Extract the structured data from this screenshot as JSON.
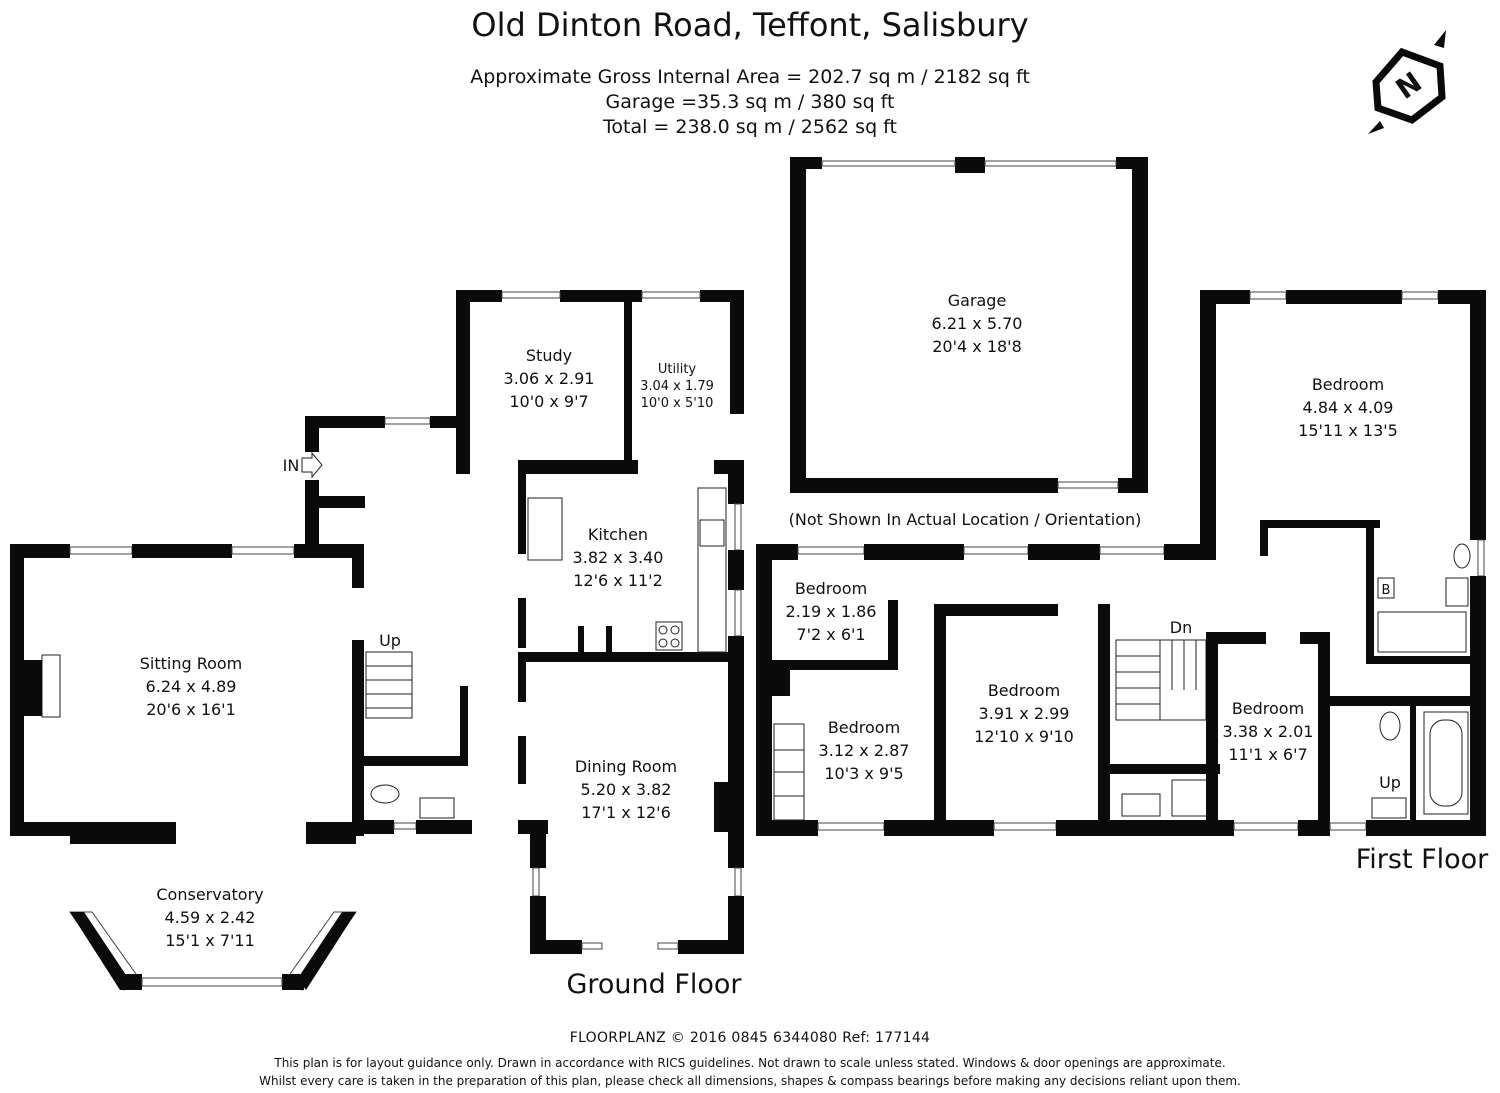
{
  "header": {
    "title": "Old Dinton Road, Teffont, Salisbury",
    "area_lines": [
      "Approximate Gross Internal Area = 202.7 sq m / 2182 sq ft",
      "Garage =35.3 sq m / 380 sq ft",
      "Total = 238.0 sq m / 2562 sq ft"
    ]
  },
  "compass": {
    "letter": "N"
  },
  "rooms": {
    "study": {
      "name": "Study",
      "metric": "3.06 x 2.91",
      "imperial": "10'0 x 9'7"
    },
    "utility": {
      "name": "Utility",
      "metric": "3.04 x 1.79",
      "imperial": "10'0 x 5'10"
    },
    "kitchen": {
      "name": "Kitchen",
      "metric": "3.82 x 3.40",
      "imperial": "12'6 x 11'2"
    },
    "sitting": {
      "name": "Sitting Room",
      "metric": "6.24 x 4.89",
      "imperial": "20'6 x 16'1"
    },
    "dining": {
      "name": "Dining Room",
      "metric": "5.20 x 3.82",
      "imperial": "17'1 x 12'6"
    },
    "conservatory": {
      "name": "Conservatory",
      "metric": "4.59 x 2.42",
      "imperial": "15'1 x 7'11"
    },
    "garage": {
      "name": "Garage",
      "metric": "6.21 x 5.70",
      "imperial": "20'4 x 18'8"
    },
    "bed_main": {
      "name": "Bedroom",
      "metric": "4.84 x 4.09",
      "imperial": "15'11 x 13'5"
    },
    "bed_small": {
      "name": "Bedroom",
      "metric": "2.19 x 1.86",
      "imperial": "7'2 x 6'1"
    },
    "bed_3": {
      "name": "Bedroom",
      "metric": "3.12 x 2.87",
      "imperial": "10'3 x 9'5"
    },
    "bed_4": {
      "name": "Bedroom",
      "metric": "3.91 x 2.99",
      "imperial": "12'10 x 9'10"
    },
    "bed_5": {
      "name": "Bedroom",
      "metric": "3.38 x 2.01",
      "imperial": "11'1 x 6'7"
    }
  },
  "labels": {
    "entrance": "IN",
    "up_ground": "Up",
    "down_first": "Dn",
    "up_first": "Up",
    "boiler": "B",
    "garage_note": "(Not Shown In Actual Location / Orientation)",
    "ground_floor": "Ground Floor",
    "first_floor": "First Floor"
  },
  "footer": {
    "company_line": "FLOORPLANZ © 2016   0845 6344080   Ref: 177144",
    "disclaimer_1": "This plan is for layout guidance only. Drawn in accordance with RICS guidelines. Not drawn to scale unless stated. Windows & door openings are approximate.",
    "disclaimer_2": "Whilst every care is taken in the preparation of this plan, please check all dimensions, shapes & compass bearings before making any decisions reliant upon them."
  }
}
